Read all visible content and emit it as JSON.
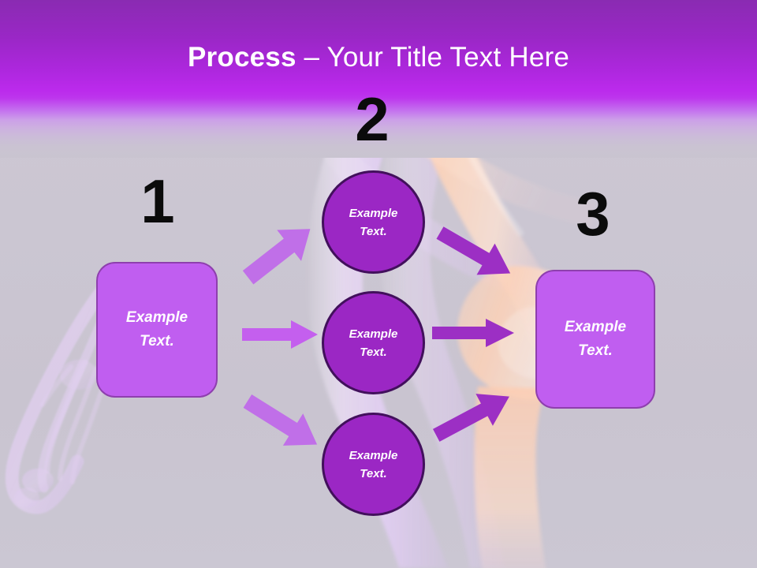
{
  "slide": {
    "title_bold": "Process",
    "title_dash": " – ",
    "title_rest": "Your Title Text Here"
  },
  "theme": {
    "header_gradient_top": "#8A2BB2",
    "header_gradient_mid": "#BB2AEC",
    "canvas_background": "#C9C4D0",
    "box_fill": "#C05EF0",
    "box_border": "#8E3FAE",
    "circle_fill": "#9B27C4",
    "circle_border": "#42105C",
    "arrow_light": "#C06FE8",
    "arrow_dark": "#9C2FC4",
    "number_color": "#0B0B0B",
    "text_color": "#FFFFFF",
    "xray_hand_tint": "#D8B4F0",
    "xray_joint_tint": "#F6C5AE"
  },
  "steps": [
    {
      "number": "1"
    },
    {
      "number": "2"
    },
    {
      "number": "3"
    }
  ],
  "boxes": [
    {
      "line1": "Example",
      "line2": "Text."
    },
    {
      "line1": "Example",
      "line2": "Text."
    }
  ],
  "circles": [
    {
      "line1": "Example",
      "line2": "Text."
    },
    {
      "line1": "Example",
      "line2": "Text."
    },
    {
      "line1": "Example",
      "line2": "Text."
    }
  ],
  "arrows": [
    {
      "id": "left-up",
      "direction": "up-right",
      "color": "#C06FE8"
    },
    {
      "id": "left-mid",
      "direction": "right",
      "color": "#C45FEE"
    },
    {
      "id": "left-down",
      "direction": "down-right",
      "color": "#C06FE8"
    },
    {
      "id": "right-down",
      "direction": "down-right",
      "color": "#9C2FC4"
    },
    {
      "id": "right-mid",
      "direction": "right",
      "color": "#9C2FC4"
    },
    {
      "id": "right-up",
      "direction": "up-right",
      "color": "#9C2FC4"
    }
  ]
}
